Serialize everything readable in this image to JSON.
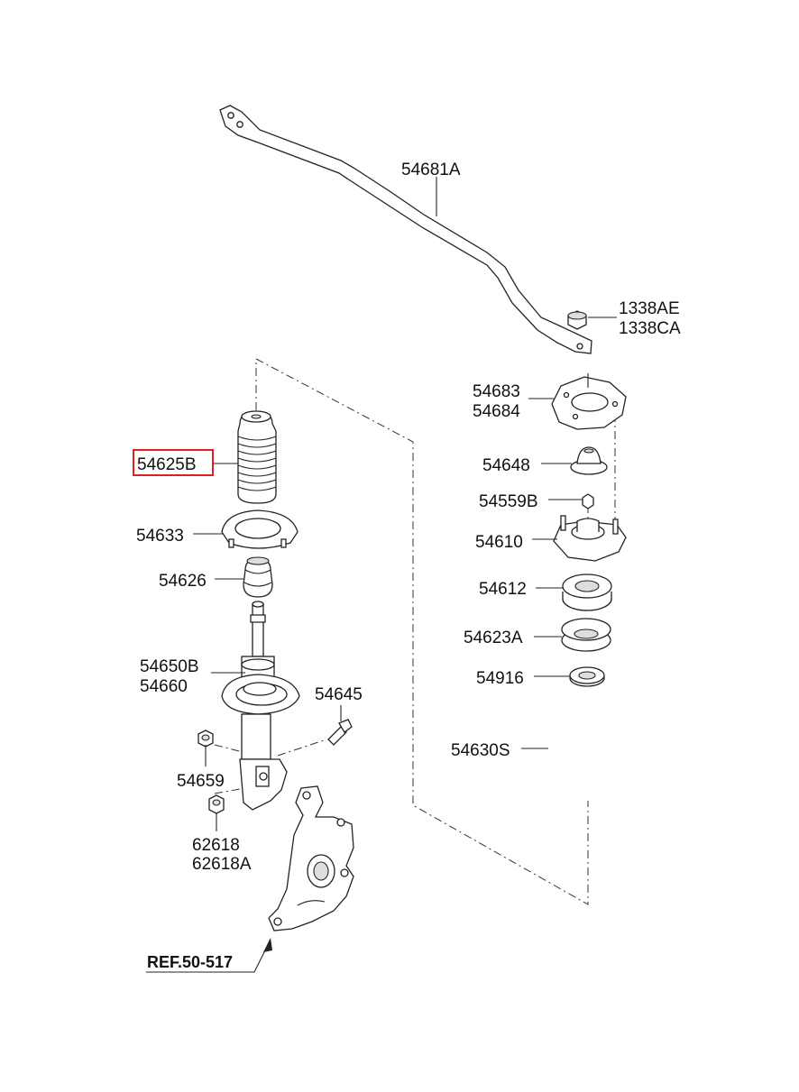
{
  "labels": {
    "p54681A": "54681A",
    "p1338AE": "1338AE",
    "p1338CA": "1338CA",
    "p54683": "54683",
    "p54684": "54684",
    "p54648": "54648",
    "p54559B": "54559B",
    "p54610": "54610",
    "p54612": "54612",
    "p54623A": "54623A",
    "p54916": "54916",
    "p54630S": "54630S",
    "p54625B": "54625B",
    "p54633": "54633",
    "p54626": "54626",
    "p54650B": "54650B",
    "p54660": "54660",
    "p54645": "54645",
    "p54659": "54659",
    "p62618": "62618",
    "p62618A": "62618A",
    "ref": "REF.50-517"
  },
  "highlight": {
    "part": "54625B",
    "color": "#e02020"
  }
}
